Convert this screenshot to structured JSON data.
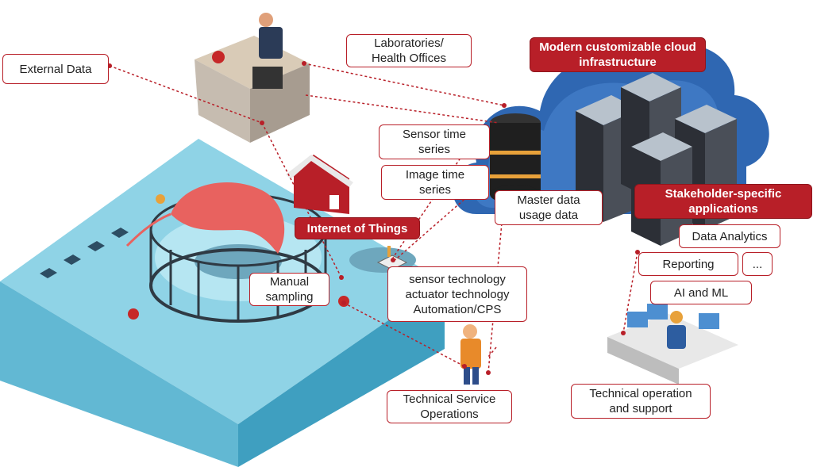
{
  "labels": {
    "external_data": "External Data",
    "laboratories": "Laboratories/\nHealth Offices",
    "cloud_infrastructure": "Modern customizable cloud\ninfrastructure",
    "sensor_time_series": "Sensor time\nseries",
    "image_time_series": "Image time\nseries",
    "master_data": "Master data\nusage data",
    "stakeholder_apps": "Stakeholder-specific\napplications",
    "data_analytics": "Data Analytics",
    "reporting": "Reporting",
    "ellipsis": "...",
    "ai_ml": "AI and ML",
    "internet_of_things": "Internet of Things",
    "manual_sampling": "Manual\nsampling",
    "sensor_technology": "sensor technology\nactuator technology\nAutomation/CPS",
    "technical_service": "Technical Service\nOperations",
    "technical_operation": "Technical operation\nand support"
  },
  "colors": {
    "accent_red": "#b81f28",
    "water": "#8fd3e6",
    "cloud": "#2f67b2"
  }
}
